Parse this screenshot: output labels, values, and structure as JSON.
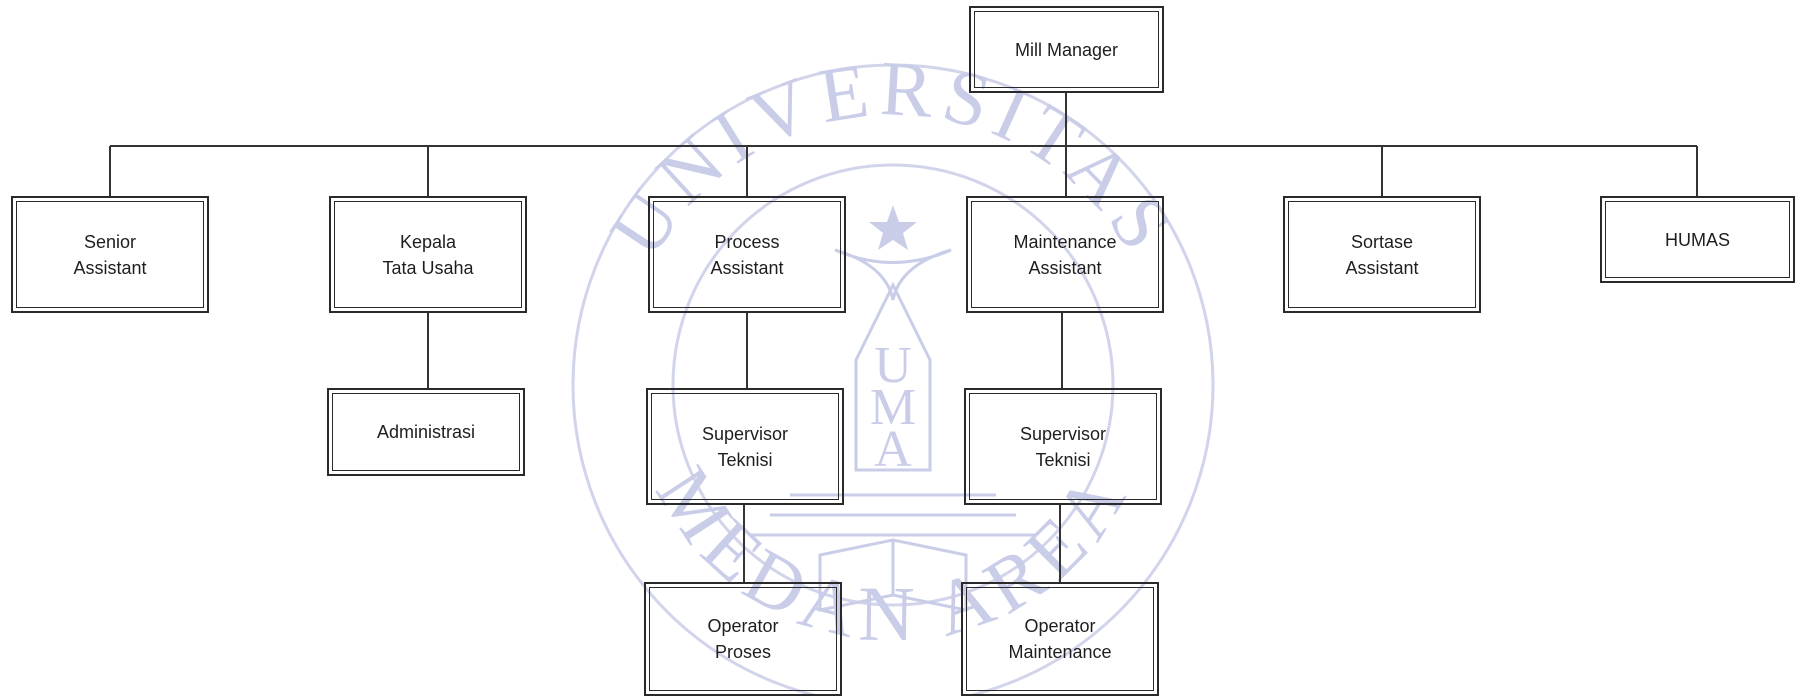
{
  "watermark": {
    "top_text": "UNIVERSITAS",
    "bottom_text": "MEDAN AREA",
    "emblem_letters": [
      "U",
      "M",
      "A"
    ],
    "color": "#c9cde8"
  },
  "org_chart": {
    "root": {
      "label": "Mill Manager"
    },
    "level1": [
      {
        "id": "senior-assistant",
        "label": "Senior\nAssistant"
      },
      {
        "id": "kepala-tata-usaha",
        "label": "Kepala\nTata Usaha"
      },
      {
        "id": "process-assistant",
        "label": "Process\nAssistant"
      },
      {
        "id": "maintenance-assistant",
        "label": "Maintenance\nAssistant"
      },
      {
        "id": "sortase-assistant",
        "label": "Sortase\nAssistant"
      },
      {
        "id": "humas",
        "label": "HUMAS"
      }
    ],
    "level2": [
      {
        "id": "administrasi",
        "parent": "kepala-tata-usaha",
        "label": "Administrasi"
      },
      {
        "id": "supervisor-teknisi-process",
        "parent": "process-assistant",
        "label": "Supervisor\nTeknisi"
      },
      {
        "id": "supervisor-teknisi-maintenance",
        "parent": "maintenance-assistant",
        "label": "Supervisor\nTeknisi"
      }
    ],
    "level3": [
      {
        "id": "operator-proses",
        "parent": "supervisor-teknisi-process",
        "label": "Operator\nProses"
      },
      {
        "id": "operator-maintenance",
        "parent": "supervisor-teknisi-maintenance",
        "label": "Operator\nMaintenance"
      }
    ]
  }
}
